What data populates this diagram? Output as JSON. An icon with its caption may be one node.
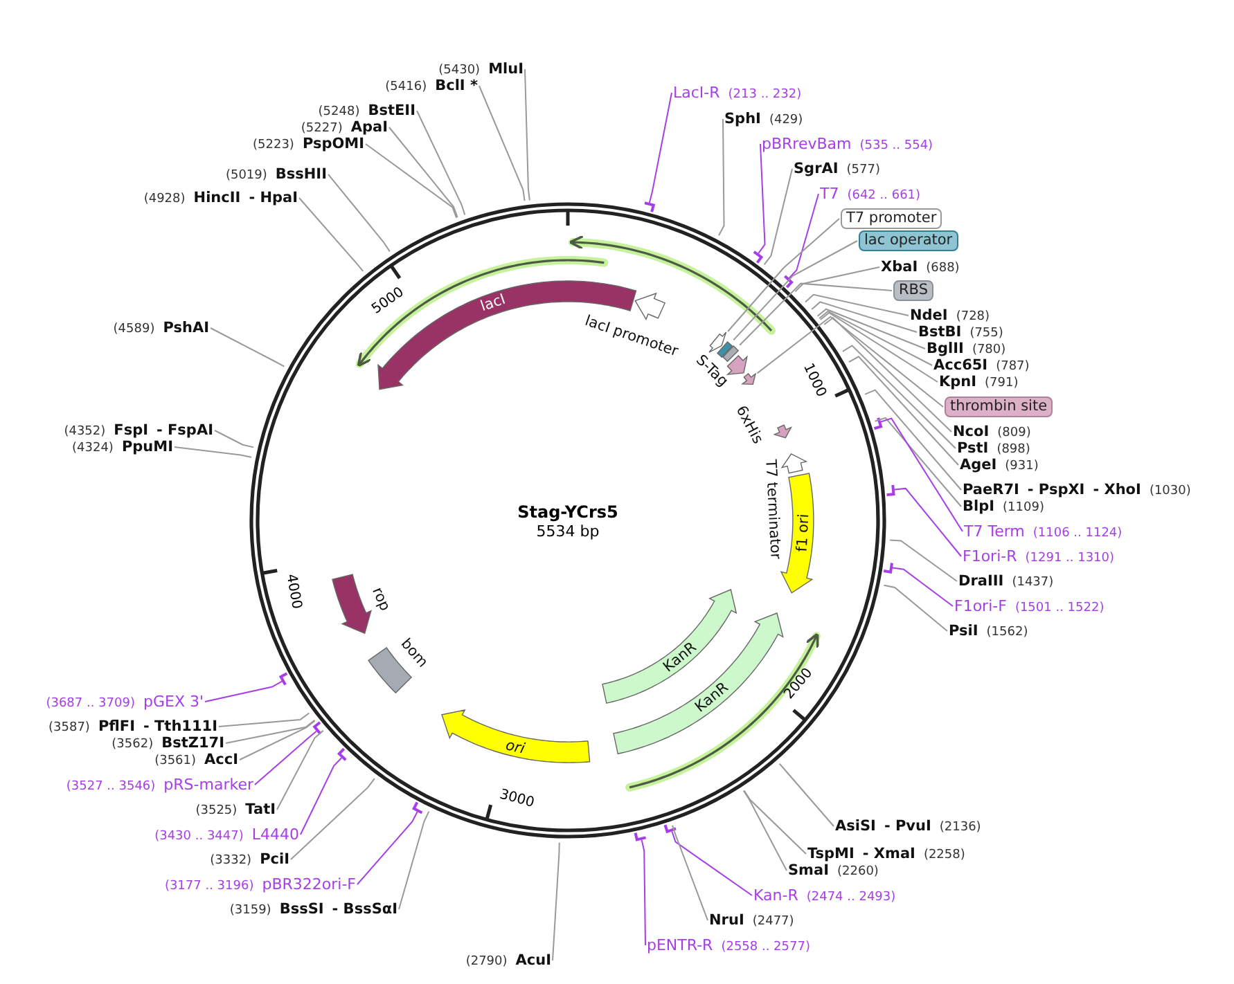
{
  "diagram": {
    "title": "Stag-YCrs5",
    "nodes": [
      {
        "text": [
          "(5430)",
          "MluI"
        ]
      },
      {
        "text": [
          "(5416)",
          "BclI *"
        ]
      },
      {
        "text": [
          "LacI-R",
          "(213 .. 232)"
        ]
      },
      {
        "text": [
          "(5248)",
          "BstEII"
        ]
      },
      {
        "text": [
          "SphI",
          "(429)"
        ]
      },
      {
        "text": [
          "(5227)",
          "ApaI"
        ]
      },
      {
        "text": [
          "(5223)",
          "PspOMI"
        ]
      },
      {
        "text": [
          "pBRrevBam",
          "(535 .. 554)"
        ]
      },
      {
        "text": [
          "SgrAI",
          "(577)"
        ]
      },
      {
        "text": [
          "(5019)",
          "BssHII"
        ]
      },
      {
        "text": [
          "T7",
          "(642 .. 661)"
        ]
      },
      {
        "text": [
          "(4928)",
          "HincII",
          "- HpaI"
        ]
      },
      {
        "text": [
          "T7 promoter"
        ]
      },
      {
        "text": [
          "lac operator"
        ]
      },
      {
        "text": [
          "XbaI",
          "(688)"
        ]
      },
      {
        "text": [
          "RBS"
        ]
      },
      {
        "text": [
          "NdeI",
          "(728)"
        ]
      },
      {
        "text": [
          "(4589)",
          "PshAI"
        ]
      },
      {
        "text": [
          "BstBI",
          "(755)"
        ]
      },
      {
        "text": [
          "BglII",
          "(780)"
        ]
      },
      {
        "text": [
          "Acc65I",
          "(787)"
        ]
      },
      {
        "text": [
          "KpnI",
          "(791)"
        ]
      },
      {
        "text": [
          "thrombin site"
        ]
      },
      {
        "text": [
          "(4352)",
          "FspI",
          "- FspAI"
        ]
      },
      {
        "text": [
          "NcoI",
          "(809)"
        ]
      },
      {
        "text": [
          "(4324)",
          "PpuMI"
        ]
      },
      {
        "text": [
          "PstI",
          "(898)"
        ]
      },
      {
        "text": [
          "AgeI",
          "(931)"
        ]
      },
      {
        "text": [
          "PaeR7I",
          "- PspXI",
          "- XhoI",
          "(1030)"
        ]
      },
      {
        "text": [
          "BlpI",
          "(1109)"
        ]
      },
      {
        "text": [
          "T7 Term",
          "(1106 .. 1124)"
        ]
      },
      {
        "text": [
          "F1ori-R",
          "(1291 .. 1310)"
        ]
      },
      {
        "text": [
          "DraIII",
          "(1437)"
        ]
      },
      {
        "text": [
          "F1ori-F",
          "(1501 .. 1522)"
        ]
      },
      {
        "text": [
          "PsiI",
          "(1562)"
        ]
      },
      {
        "text": [
          "(3687 .. 3709)",
          "pGEX 3'"
        ]
      },
      {
        "text": [
          "(3587)",
          "PflFI",
          "- Tth111I"
        ]
      },
      {
        "text": [
          "(3562)",
          "BstZ17I"
        ]
      },
      {
        "text": [
          "(3561)",
          "AccI"
        ]
      },
      {
        "text": [
          "(3527 .. 3546)",
          "pRS-marker"
        ]
      },
      {
        "text": [
          "(3525)",
          "TatI"
        ]
      },
      {
        "text": [
          "AsiSI",
          "- PvuI",
          "(2136)"
        ]
      },
      {
        "text": [
          "(3430 .. 3447)",
          "L4440"
        ]
      },
      {
        "text": [
          "TspMI",
          "- XmaI",
          "(2258)"
        ]
      },
      {
        "text": [
          "(3332)",
          "PciI"
        ]
      },
      {
        "text": [
          "SmaI",
          "(2260)"
        ]
      },
      {
        "text": [
          "(3177 .. 3196)",
          "pBR322ori-F"
        ]
      },
      {
        "text": [
          "Kan-R",
          "(2474 .. 2493)"
        ]
      },
      {
        "text": [
          "(3159)",
          "BssSI",
          "- BssSαI"
        ]
      },
      {
        "text": [
          "NruI",
          "(2477)"
        ]
      },
      {
        "text": [
          "pENTR-R",
          "(2558 .. 2577)"
        ]
      },
      {
        "text": [
          "(2790)",
          "AcuI"
        ]
      },
      {
        "text": [
          "lacI"
        ]
      },
      {
        "text": [
          "lacI promoter"
        ]
      },
      {
        "text": [
          "S-Tag"
        ]
      },
      {
        "text": [
          "6xHis"
        ]
      },
      {
        "text": [
          "T7 terminator"
        ]
      },
      {
        "text": [
          "f1 ori"
        ]
      },
      {
        "text": [
          "rop"
        ]
      },
      {
        "text": [
          "KanR"
        ]
      },
      {
        "text": [
          "bom"
        ]
      },
      {
        "text": [
          "KanR"
        ]
      },
      {
        "text": [
          "ori"
        ]
      },
      {
        "text": [],
        "shape": "arrow"
      },
      {
        "text": [],
        "shape": "box"
      },
      {
        "text": [],
        "shape": "box"
      },
      {
        "text": [],
        "shape": "arrow"
      }
    ],
    "edges": [
      {
        "from": 0,
        "to": null,
        "arrow": "none"
      },
      {
        "from": 1,
        "to": null,
        "arrow": "none"
      },
      {
        "from": 2,
        "to": null,
        "arrow": "none",
        "color": "#a63ee8"
      },
      {
        "from": 3,
        "to": null,
        "arrow": "none"
      },
      {
        "from": 4,
        "to": null,
        "arrow": "none"
      },
      {
        "from": 5,
        "to": null,
        "arrow": "none"
      },
      {
        "from": 6,
        "to": null,
        "arrow": "none"
      },
      {
        "from": 7,
        "to": null,
        "arrow": "none",
        "color": "#a63ee8"
      },
      {
        "from": 8,
        "to": null,
        "arrow": "none"
      },
      {
        "from": 9,
        "to": null,
        "arrow": "none"
      },
      {
        "from": 10,
        "to": null,
        "arrow": "none",
        "color": "#a63ee8"
      },
      {
        "from": 11,
        "to": null,
        "arrow": "none"
      },
      {
        "from": 12,
        "to": 63,
        "arrow": "none"
      },
      {
        "from": 13,
        "to": 64,
        "arrow": "none"
      },
      {
        "from": 14,
        "to": null,
        "arrow": "none"
      },
      {
        "from": 15,
        "to": 65,
        "arrow": "none"
      },
      {
        "from": 16,
        "to": null,
        "arrow": "none"
      },
      {
        "from": 17,
        "to": null,
        "arrow": "none"
      },
      {
        "from": 18,
        "to": null,
        "arrow": "none"
      },
      {
        "from": 19,
        "to": null,
        "arrow": "none"
      },
      {
        "from": 20,
        "to": null,
        "arrow": "none"
      },
      {
        "from": 21,
        "to": null,
        "arrow": "none"
      },
      {
        "from": 22,
        "to": 66,
        "arrow": "none"
      },
      {
        "from": 23,
        "to": null,
        "arrow": "none"
      },
      {
        "from": 24,
        "to": null,
        "arrow": "none"
      },
      {
        "from": 25,
        "to": null,
        "arrow": "none"
      },
      {
        "from": 26,
        "to": null,
        "arrow": "none"
      },
      {
        "from": 27,
        "to": null,
        "arrow": "none"
      },
      {
        "from": 28,
        "to": null,
        "arrow": "none"
      },
      {
        "from": 29,
        "to": null,
        "arrow": "none"
      },
      {
        "from": 30,
        "to": null,
        "arrow": "none",
        "color": "#a63ee8"
      },
      {
        "from": 31,
        "to": null,
        "arrow": "none",
        "color": "#a63ee8"
      },
      {
        "from": 32,
        "to": null,
        "arrow": "none"
      },
      {
        "from": 33,
        "to": null,
        "arrow": "none",
        "color": "#a63ee8"
      },
      {
        "from": 34,
        "to": null,
        "arrow": "none"
      },
      {
        "from": 35,
        "to": null,
        "arrow": "none",
        "color": "#a63ee8"
      },
      {
        "from": 36,
        "to": null,
        "arrow": "none"
      },
      {
        "from": 37,
        "to": null,
        "arrow": "none"
      },
      {
        "from": 38,
        "to": null,
        "arrow": "none"
      },
      {
        "from": 39,
        "to": null,
        "arrow": "none",
        "color": "#a63ee8"
      },
      {
        "from": 40,
        "to": null,
        "arrow": "none"
      },
      {
        "from": 41,
        "to": null,
        "arrow": "none"
      },
      {
        "from": 42,
        "to": null,
        "arrow": "none",
        "color": "#a63ee8"
      },
      {
        "from": 43,
        "to": null,
        "arrow": "none"
      },
      {
        "from": 44,
        "to": null,
        "arrow": "none"
      },
      {
        "from": 45,
        "to": null,
        "arrow": "none"
      },
      {
        "from": 46,
        "to": null,
        "arrow": "none",
        "color": "#a63ee8"
      },
      {
        "from": 47,
        "to": null,
        "arrow": "none",
        "color": "#a63ee8"
      },
      {
        "from": 48,
        "to": null,
        "arrow": "none"
      },
      {
        "from": 49,
        "to": null,
        "arrow": "none"
      },
      {
        "from": 50,
        "to": null,
        "arrow": "none",
        "color": "#a63ee8"
      },
      {
        "from": 51,
        "to": null,
        "arrow": "none"
      }
    ],
    "labels": [
      "5000",
      "1000",
      "5534 bp",
      "4000",
      "2000",
      "3000"
    ]
  }
}
